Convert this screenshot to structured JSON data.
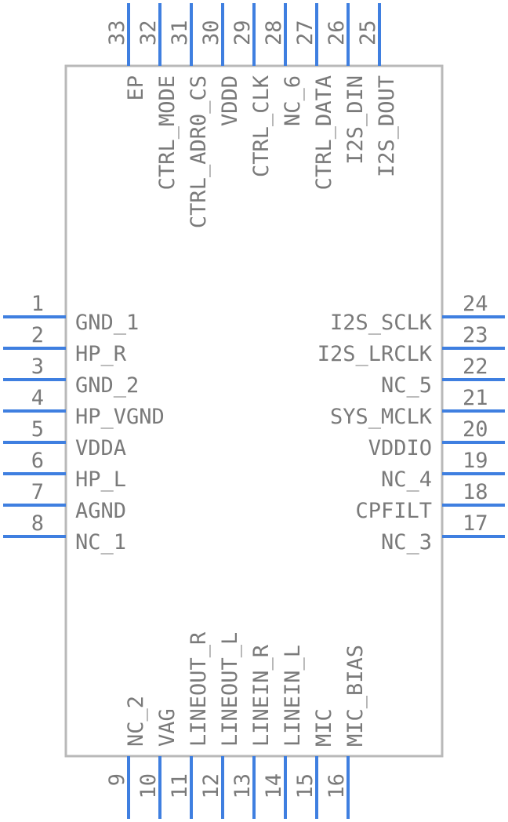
{
  "component": {
    "left_pins": [
      {
        "number": "1",
        "name": "GND_1"
      },
      {
        "number": "2",
        "name": "HP_R"
      },
      {
        "number": "3",
        "name": "GND_2"
      },
      {
        "number": "4",
        "name": "HP_VGND"
      },
      {
        "number": "5",
        "name": "VDDA"
      },
      {
        "number": "6",
        "name": "HP_L"
      },
      {
        "number": "7",
        "name": "AGND"
      },
      {
        "number": "8",
        "name": "NC_1"
      }
    ],
    "right_pins": [
      {
        "number": "24",
        "name": "I2S_SCLK"
      },
      {
        "number": "23",
        "name": "I2S_LRCLK"
      },
      {
        "number": "22",
        "name": "NC_5"
      },
      {
        "number": "21",
        "name": "SYS_MCLK"
      },
      {
        "number": "20",
        "name": "VDDIO"
      },
      {
        "number": "19",
        "name": "NC_4"
      },
      {
        "number": "18",
        "name": "CPFILT"
      },
      {
        "number": "17",
        "name": "NC_3"
      }
    ],
    "bottom_pins": [
      {
        "number": "9",
        "name": "NC_2"
      },
      {
        "number": "10",
        "name": "VAG"
      },
      {
        "number": "11",
        "name": "LINEOUT_R"
      },
      {
        "number": "12",
        "name": "LINEOUT_L"
      },
      {
        "number": "13",
        "name": "LINEIN_R"
      },
      {
        "number": "14",
        "name": "LINEIN_L"
      },
      {
        "number": "15",
        "name": "MIC"
      },
      {
        "number": "16",
        "name": "MIC_BIAS"
      }
    ],
    "top_pins": [
      {
        "number": "33",
        "name": "EP"
      },
      {
        "number": "32",
        "name": "CTRL_MODE"
      },
      {
        "number": "31",
        "name": "CTRL_ADR0_CS"
      },
      {
        "number": "30",
        "name": "VDDD"
      },
      {
        "number": "29",
        "name": "CTRL_CLK"
      },
      {
        "number": "28",
        "name": "NC_6"
      },
      {
        "number": "27",
        "name": "CTRL_DATA"
      },
      {
        "number": "26",
        "name": "I2S_DIN"
      },
      {
        "number": "25",
        "name": "I2S_DOUT"
      }
    ],
    "colors": {
      "pin_line": "#3f7fe0",
      "body_outline": "#b9b9b9",
      "text": "#7a7a7a"
    }
  }
}
